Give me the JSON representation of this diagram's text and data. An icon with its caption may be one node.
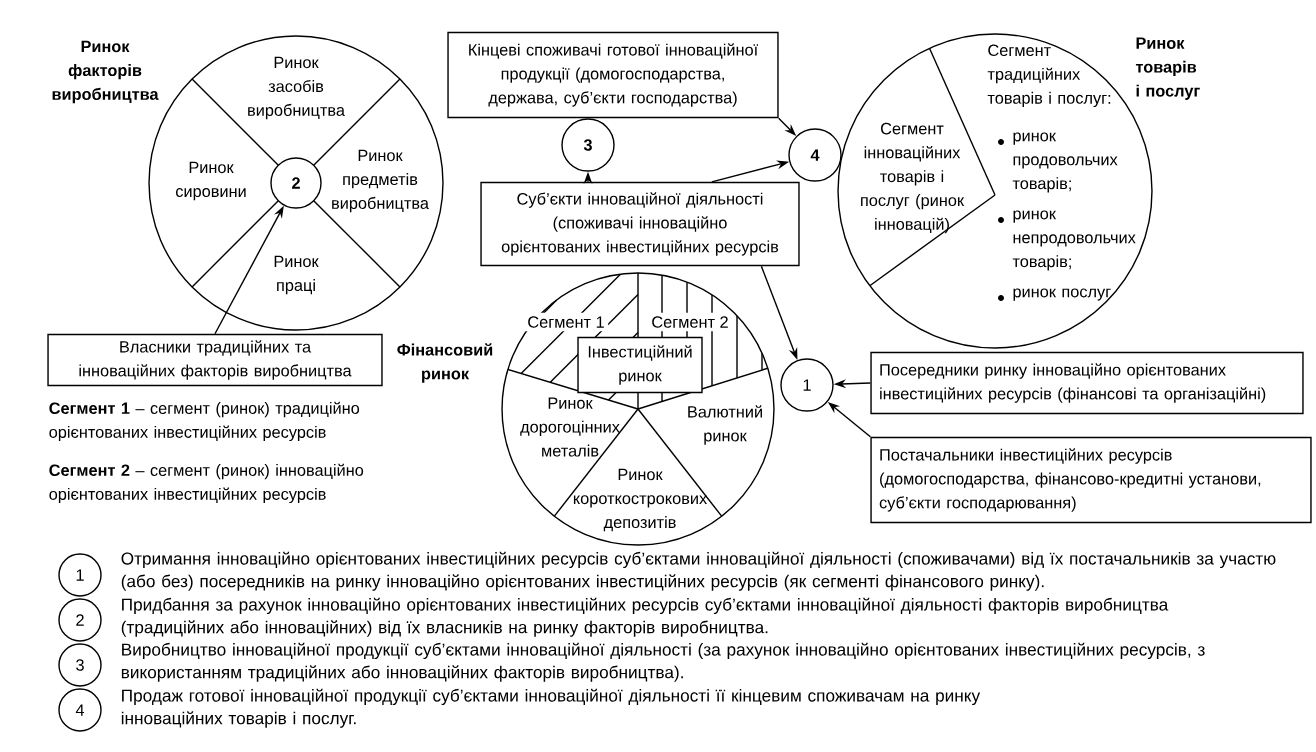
{
  "diagram": {
    "nodes": [
      {
        "text": [
          "Ринок факторів виробництва",
          "Ринок засобів виробництва",
          "Ринок сировини",
          "Ринок предметів виробництва",
          "Ринок праці"
        ]
      },
      {
        "text": [
          "2"
        ],
        "in": 0
      },
      {
        "text": [
          "Кінцеві споживачі готової інноваційної продукції (домогосподарства, держава, суб’єкти господарства)"
        ]
      },
      {
        "text": [
          "3"
        ]
      },
      {
        "text": [
          "4"
        ]
      },
      {
        "text": [
          "Ринок товарів і послуг",
          "Сегмент інноваційних товарів і послуг (ринок інновацій)",
          "Сегмент традиційних товарів і послуг:",
          "ринок продовольчих товарів;",
          "ринок непродовольчих товарів;",
          "ринок послуг"
        ]
      },
      {
        "text": [
          "Суб’єкти інноваційної діяльності (споживачі інноваційно орієнтованих інвестиційних ресурсів"
        ]
      },
      {
        "text": [
          "Власники традиційних та інноваційних факторів виробництва"
        ]
      },
      {
        "text": [
          "Фінансовий ринок",
          "Сегмент 1",
          "Сегмент 2",
          "Ринок дорогоцінних металів",
          "Валютний ринок",
          "Ринок короткострокових депозитів"
        ]
      },
      {
        "text": [
          "Інвестиційний ринок"
        ],
        "in": 8
      },
      {
        "text": [
          "1"
        ]
      },
      {
        "text": [
          "Посередники ринку інноваційно орієнтованих інвестиційних ресурсів (фінансові та організаційні)"
        ]
      },
      {
        "text": [
          "Постачальники інвестиційних ресурсів (домогосподарства, фінансово-кредитні установи, суб’єкти господарювання)"
        ]
      },
      {
        "text": [
          "1"
        ],
        "beside": [
          "Отримання інноваційно орієнтованих інвестиційних ресурсів суб’єктами інноваційної діяльності (споживачами) від їх постачальників за участю (або без) посередників на ринку інноваційно орієнтованих інвестиційних ресурсів (як сегменті фінансового ринку)."
        ]
      },
      {
        "text": [
          "2"
        ],
        "beside": [
          "Придбання за рахунок інноваційно орієнтованих інвестиційних ресурсів суб’єктами інноваційної діяльності факторів виробництва (традиційних або інноваційних) від їх власників на ринку факторів виробництва."
        ]
      },
      {
        "text": [
          "3"
        ],
        "beside": [
          "Виробництво інноваційної продукції суб’єктами інноваційної діяльності (за рахунок інноваційно орієнтованих інвестиційних ресурсів, з використанням традиційних або інноваційних факторів виробництва)."
        ]
      },
      {
        "text": [
          "4"
        ],
        "beside": [
          "Продаж готової інноваційної продукції суб’єктами інноваційної діяльності її кінцевим споживачам на ринку інноваційних товарів і послуг."
        ]
      }
    ],
    "edges": [
      {
        "from": 7,
        "to": 1,
        "arrow": "to"
      },
      {
        "from": 6,
        "to": 3,
        "arrow": "to"
      },
      {
        "from": 2,
        "to": 4,
        "arrow": "to"
      },
      {
        "from": 6,
        "to": 4,
        "arrow": "to"
      },
      {
        "from": 6,
        "to": 10,
        "arrow": "to"
      },
      {
        "from": 11,
        "to": 10,
        "arrow": "to"
      },
      {
        "from": 12,
        "to": 10,
        "arrow": "to"
      }
    ],
    "labels": [
      "**Сегмент 1** – сегмент (ринок) традиційно орієнтованих інвестиційних ресурсів",
      "**Сегмент 2** – сегмент (ринок) інноваційно орієнтованих інвестиційних ресурсів"
    ]
  }
}
